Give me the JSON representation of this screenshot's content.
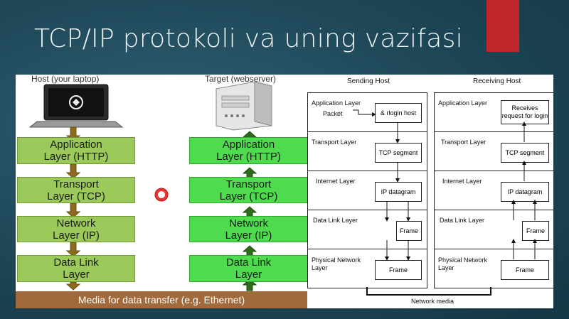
{
  "slide": {
    "title": "TCP/IP protokoli va uning vazifasi",
    "accent_color": "#c0262a"
  },
  "left_diagram": {
    "host_label": "Host (your laptop)",
    "target_label": "Target (webserver)",
    "host_layers": [
      "Application\nLayer (HTTP)",
      "Transport\nLayer (TCP)",
      "Network\nLayer (IP)",
      "Data Link\nLayer"
    ],
    "target_layers": [
      "Application\nLayer (HTTP)",
      "Transport\nLayer (TCP)",
      "Network\nLayer (IP)",
      "Data Link\nLayer"
    ],
    "media_label": "Media for data transfer (e.g. Ethernet)",
    "center_icon": "G"
  },
  "right_diagram": {
    "sending_title": "Sending Host",
    "receiving_title": "Receiving Host",
    "layers": [
      "Application Layer",
      "Transport Layer",
      "Internet Layer",
      "Data Link Layer",
      "Physical Network\nLayer"
    ],
    "packet_label": "Packet",
    "sending_boxes": [
      "& rlogin host",
      "TCP segment",
      "IP datagram",
      "Frame",
      "Frame"
    ],
    "receiving_boxes": [
      "Receives\nrequest for login",
      "TCP segment",
      "IP datagram",
      "Frame",
      "Frame"
    ],
    "network_media_label": "Network media"
  }
}
